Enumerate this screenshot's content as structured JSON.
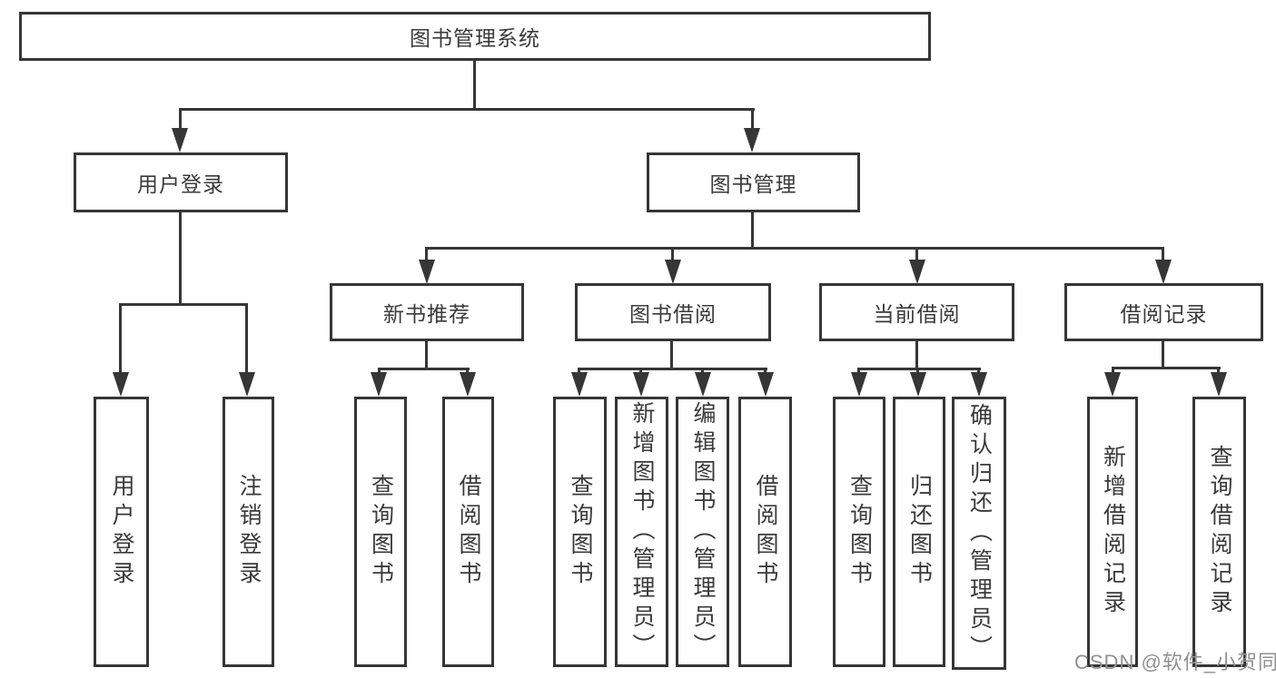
{
  "root": {
    "label": "图书管理系统"
  },
  "branches": [
    {
      "label": "用户登录",
      "children": [
        {
          "label": "用户登录"
        },
        {
          "label": "注销登录"
        }
      ]
    },
    {
      "label": "图书管理",
      "children": [
        {
          "label": "新书推荐",
          "children": [
            {
              "label": "查询图书"
            },
            {
              "label": "借阅图书"
            }
          ]
        },
        {
          "label": "图书借阅",
          "children": [
            {
              "label": "查询图书"
            },
            {
              "label": "新增图书（管理员）"
            },
            {
              "label": "编辑图书（管理员）"
            },
            {
              "label": "借阅图书"
            }
          ]
        },
        {
          "label": "当前借阅",
          "children": [
            {
              "label": "查询图书"
            },
            {
              "label": "归还图书"
            },
            {
              "label": "确认归还（管理员）"
            }
          ]
        },
        {
          "label": "借阅记录",
          "children": [
            {
              "label": "新增借阅记录"
            },
            {
              "label": "查询借阅记录"
            }
          ]
        }
      ]
    }
  ],
  "watermark": {
    "text": "CSDN @软件_小贺同学"
  },
  "colors": {
    "line": "#363636",
    "text": "#3a3a3a",
    "watermark": "#909090",
    "background": "#ffffff"
  }
}
